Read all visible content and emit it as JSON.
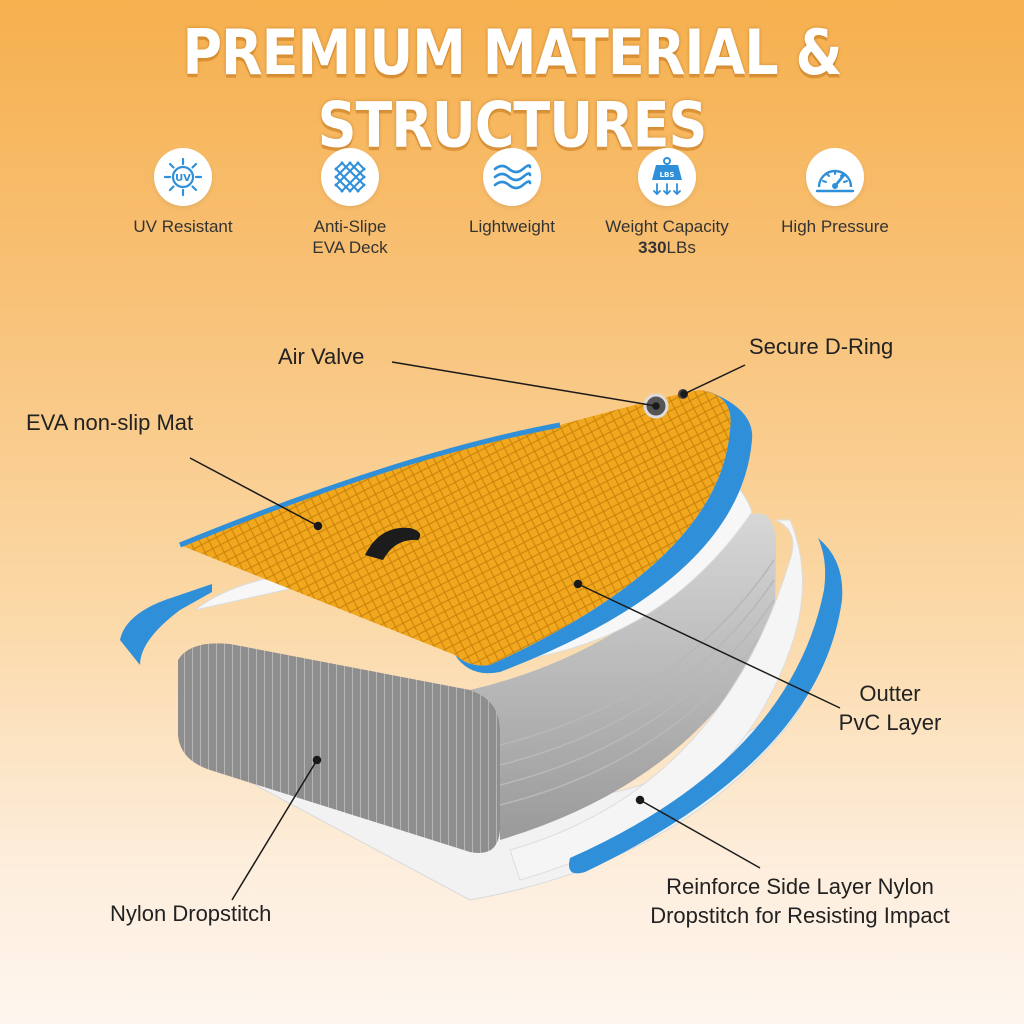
{
  "title": "PREMIUM MATERIAL & STRUCTURES",
  "features": [
    {
      "icon": "uv-sun-icon",
      "label": "UV Resistant"
    },
    {
      "icon": "anti-slip-mesh-icon",
      "label_line1": "Anti-Slipe",
      "label_line2": "EVA Deck"
    },
    {
      "icon": "waves-icon",
      "label": "Lightweight"
    },
    {
      "icon": "weight-lbs-icon",
      "label_line1": "Weight Capacity",
      "capacity_value": "330",
      "capacity_unit": "LBs"
    },
    {
      "icon": "pressure-gauge-icon",
      "label": "High Pressure"
    }
  ],
  "callouts": {
    "air_valve": "Air Valve",
    "d_ring": "Secure D-Ring",
    "eva_mat": "EVA non-slip Mat",
    "outer_pvc_line1": "Outter",
    "outer_pvc_line2": "PvC Layer",
    "dropstitch": "Nylon Dropstitch",
    "reinforce_line1": "Reinforce Side Layer Nylon",
    "reinforce_line2": "Dropstitch for Resisting Impact"
  },
  "icon_badge_text": {
    "uv": "UV",
    "lbs": "LBS"
  },
  "colors": {
    "accent_blue": "#2f8fd8",
    "deck_orange": "#f2a81e",
    "layer_white": "#f4f4f4",
    "dropstitch_gray": "#8e8e8e"
  }
}
